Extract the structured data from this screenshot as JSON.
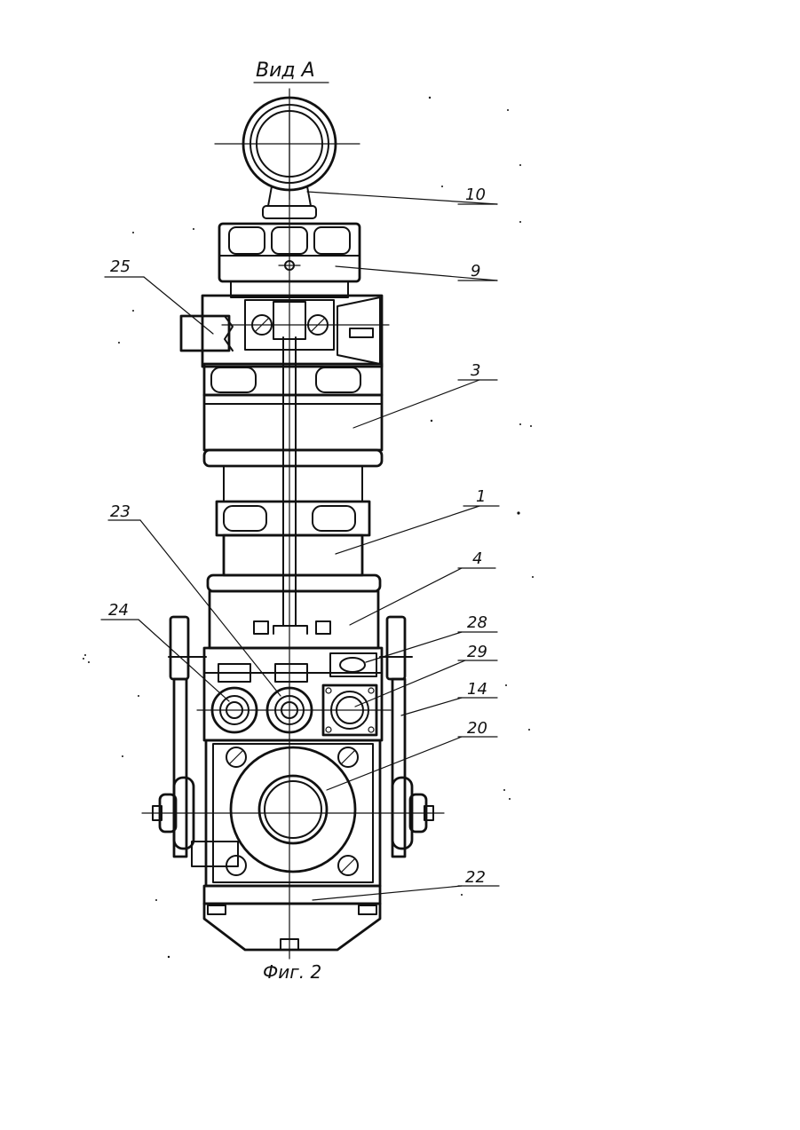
{
  "view_title": "Вид А",
  "figure_caption": "Фиг. 2",
  "callouts": [
    {
      "id": "10",
      "label": "10"
    },
    {
      "id": "9",
      "label": "9"
    },
    {
      "id": "25",
      "label": "25"
    },
    {
      "id": "3",
      "label": "3"
    },
    {
      "id": "23",
      "label": "23"
    },
    {
      "id": "1",
      "label": "1"
    },
    {
      "id": "4",
      "label": "4"
    },
    {
      "id": "24",
      "label": "24"
    },
    {
      "id": "28",
      "label": "28"
    },
    {
      "id": "29",
      "label": "29"
    },
    {
      "id": "14",
      "label": "14"
    },
    {
      "id": "20",
      "label": "20"
    },
    {
      "id": "22",
      "label": "22"
    }
  ]
}
